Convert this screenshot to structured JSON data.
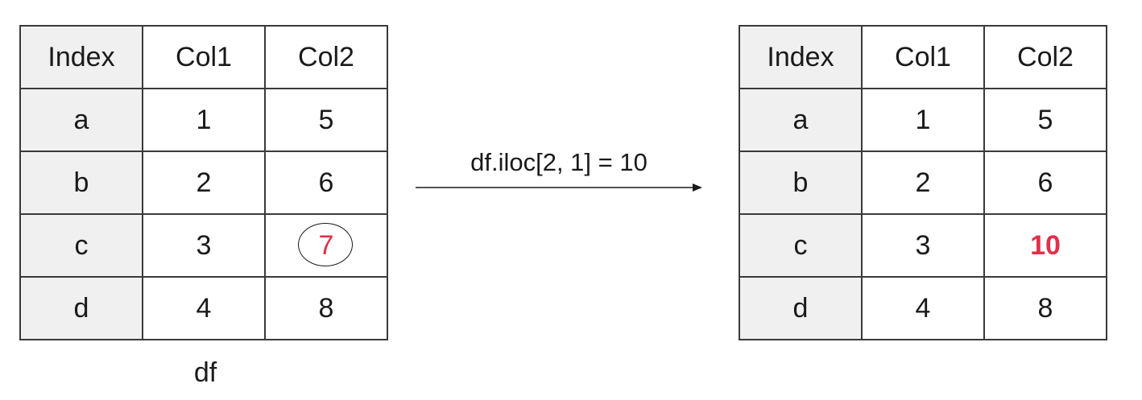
{
  "left_table": {
    "header": [
      "Index",
      "Col1",
      "Col2"
    ],
    "rows": [
      [
        "a",
        "1",
        "5"
      ],
      [
        "b",
        "2",
        "6"
      ],
      [
        "c",
        "3",
        "7"
      ],
      [
        "d",
        "4",
        "8"
      ]
    ],
    "caption": "df"
  },
  "operation": {
    "label": "df.iloc[2, 1] = 10"
  },
  "right_table": {
    "header": [
      "Index",
      "Col1",
      "Col2"
    ],
    "rows": [
      [
        "a",
        "1",
        "5"
      ],
      [
        "b",
        "2",
        "6"
      ],
      [
        "c",
        "3",
        "10"
      ],
      [
        "d",
        "4",
        "8"
      ]
    ]
  },
  "colors": {
    "highlight": "#e0304a",
    "index_fill": "#f0f0f0",
    "border": "#3a3a3a"
  }
}
